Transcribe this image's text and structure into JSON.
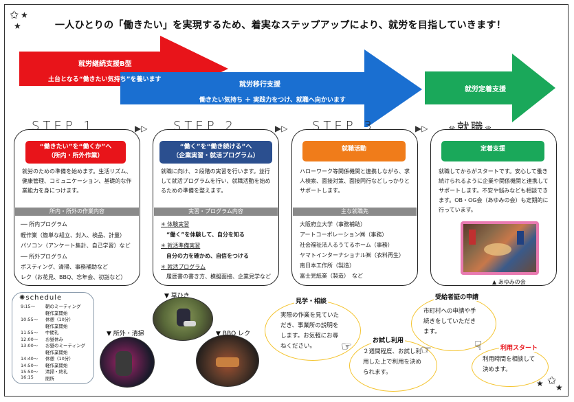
{
  "headline": "一人ひとりの「働きたい」を実現するため、着実なステップアップにより、就労を目指していきます！",
  "colors": {
    "red": "#e8141a",
    "blue": "#1a6fd1",
    "green": "#1aa85a",
    "yellow": "#f4c430",
    "navy": "#2b4f8f",
    "orange": "#f07c1a",
    "pink": "#e87ab0"
  },
  "arrows": [
    {
      "title": "就労継続支援B型",
      "subtitle": "土台となる“働きたい気持ち”を養います"
    },
    {
      "title": "就労移行支援",
      "subtitle": "働きたい気持ち ＋ 実践力をつけ、就職へ向かいます"
    },
    {
      "title": "就労定着支援",
      "subtitle": ""
    }
  ],
  "steps": [
    {
      "label": "STEP 1",
      "pill": "“働きたい”を“働くか”へ",
      "pill_sub": "（所内・所外作業）",
      "body": "就労のための準備を始めます。生活リズム、健康管理、コミュニケーション、基礎的な作業能力を身につけます。",
      "section": "所内・所外の作業内容",
      "lines": [
        "── 所内プログラム",
        "軽作業（簡単な組立、封入、検品、計量）",
        "パソコン（アンケート集計、自己学習）など",
        "── 所外プログラム",
        "ポスティング、清掃、事務補助など",
        "レク（お花見、BBQ、忘年会、初詣など）"
      ]
    },
    {
      "label": "STEP 2",
      "pill": "“働く”を“働き続ける”へ",
      "pill_sub": "（企業実習・就活プログラム）",
      "body": "就職に向け、２段階の実習を行います。並行して就活プログラムを行い、就職活動を始めるための準備を整えます。",
      "section": "実習・プログラム内容",
      "lines": [
        "体験実習",
        "“働く”を体験して、自分を知る",
        "就活準備実習",
        "自分の力を確かめ、自信をつける",
        "就活プログラム",
        "履歴書の書き方、模擬面接、企業見学など"
      ]
    },
    {
      "label": "STEP 3",
      "pill": "就職活動",
      "body": "ハローワーク等関係機関と連携しながら、求人検索、面接対策、面接同行などしっかりとサポートします。",
      "section": "主な就職先",
      "lines": [
        "大阪府立大学（事務補助）",
        "アートコーポレーション㈱（事務）",
        "社会福祉法人るうてるホーム（事務）",
        "ヤマトインターナショナル㈱（衣料再生）",
        "南日本工作所（製造）",
        "富士見紙業（製造）　など"
      ]
    },
    {
      "label": "就職",
      "pill": "定着支援",
      "body": "就職してからがスタートです。安心して働き続けられるように企業や関係機関と連携してサポートします。不安や悩みなども相談できます。OB・OG会（あゆみの会）も定期的に行っています。",
      "photo_caption": "▲ あゆみの会"
    }
  ],
  "schedule": {
    "title": "schedule",
    "rows": [
      [
        "9:15～",
        "朝のミーティング"
      ],
      [
        "",
        "軽作業開始"
      ],
      [
        "10:55～",
        "休憩（10分）"
      ],
      [
        "",
        "軽作業開始"
      ],
      [
        "11:55～",
        "中間礼"
      ],
      [
        "12:00～",
        "お昼休み"
      ],
      [
        "13:00～",
        "お昼のミーティング"
      ],
      [
        "",
        "軽作業開始"
      ],
      [
        "14:40～",
        "休憩（10分）"
      ],
      [
        "14:50～",
        "軽作業開始"
      ],
      [
        "15:50～",
        "清掃・終礼"
      ],
      [
        "16:15",
        "閉所"
      ]
    ]
  },
  "photos": [
    {
      "caption": "▼ 所外・清掃"
    },
    {
      "caption": "▼ 草ひき"
    },
    {
      "caption": "▼ BBQ レク"
    }
  ],
  "bubbles": [
    {
      "title": "見学・相談",
      "text": "実際の作業を見ていただき、事業所の説明をします。お気軽にお尋ねください。"
    },
    {
      "title": "お試し利用",
      "text": "２週間程度、お試し利用した上で利用を決められます。"
    },
    {
      "title": "受給者証の申請",
      "text": "市町村への申請や手続きをしていただきます。"
    },
    {
      "title": "利用スタート",
      "text": "利用時間を相談して決めます。"
    }
  ]
}
